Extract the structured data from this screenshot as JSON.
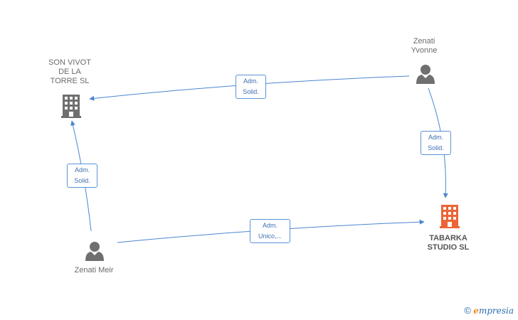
{
  "nodes": {
    "son_vivot": {
      "label": "SON VIVOT\nDE LA\nTORRE  SL",
      "type": "company"
    },
    "zenati_yvonne": {
      "label": "Zenati\nYvonne",
      "type": "person"
    },
    "tabarka": {
      "label": "TABARKA\nSTUDIO  SL",
      "type": "company-focus"
    },
    "zenati_meir": {
      "label": "Zenati Meir",
      "type": "person"
    }
  },
  "edges": {
    "yvonne_to_sonvivot": {
      "line1": "Adm.",
      "line2": "Solid."
    },
    "yvonne_to_tabarka": {
      "line1": "Adm.",
      "line2": "Solid."
    },
    "meir_to_sonvivot": {
      "line1": "Adm.",
      "line2": "Solid."
    },
    "meir_to_tabarka": {
      "line1": "Adm.",
      "line2": "Unico,..."
    }
  },
  "colors": {
    "edge": "#4a86d0",
    "company_icon": "#6f6f6f",
    "focus_icon": "#ee6436",
    "person_icon": "#6f6f6f"
  },
  "icons": {
    "company": "building-icon",
    "person": "person-icon"
  },
  "footer": {
    "copyright": "©",
    "brand_first": "e",
    "brand_rest": "mpresia"
  }
}
